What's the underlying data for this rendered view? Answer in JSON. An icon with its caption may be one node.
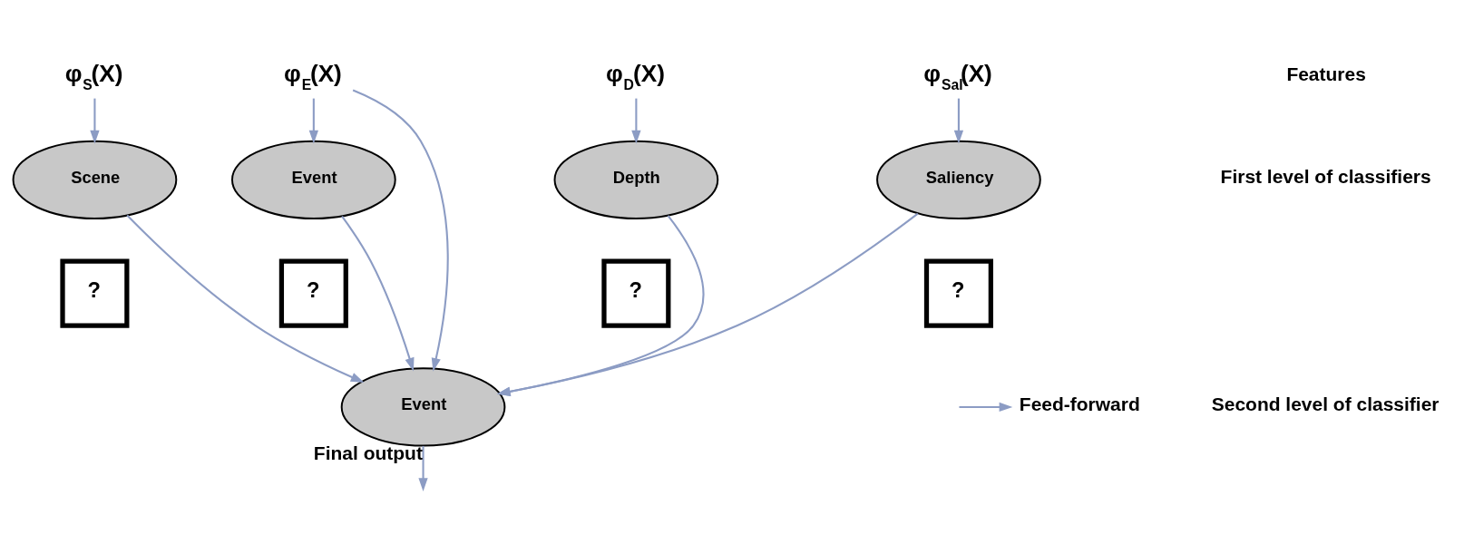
{
  "diagram": {
    "nodes": [
      {
        "text": [
          "φ$_{S}$(X)"
        ]
      },
      {
        "text": [
          "φ$_{D}$(X)"
        ]
      },
      {
        "text": [
          "φ$_{E}$(X)"
        ]
      },
      {
        "text": [
          "φ$_{Sal}$(X)"
        ]
      },
      {
        "text": [
          "Scene"
        ]
      },
      {
        "text": [
          "Depth"
        ]
      },
      {
        "text": [
          "Event"
        ]
      },
      {
        "text": [
          "Saliency"
        ]
      },
      {
        "text": [
          "?"
        ]
      },
      {
        "text": [
          "?"
        ]
      },
      {
        "text": [
          "?"
        ]
      },
      {
        "text": [
          "?"
        ]
      },
      {
        "text": [
          "Event"
        ]
      }
    ],
    "edges": [
      {
        "from": 0,
        "to": 4,
        "arrow": "to"
      },
      {
        "from": 1,
        "to": 5,
        "arrow": "to"
      },
      {
        "from": 2,
        "to": 6,
        "arrow": "to"
      },
      {
        "from": 3,
        "to": 7,
        "arrow": "to"
      },
      {
        "from": 4,
        "to": 12,
        "arrow": "to"
      },
      {
        "from": 5,
        "to": 12,
        "arrow": "to"
      },
      {
        "from": 6,
        "to": 12,
        "arrow": "to"
      },
      {
        "from": 2,
        "to": 12,
        "arrow": "to"
      },
      {
        "from": 7,
        "to": 12,
        "arrow": "to"
      },
      {
        "from": 12,
        "to": null,
        "arrow": "to",
        "label": "Final output"
      }
    ],
    "labels": [
      "Features",
      "First level of classifiers",
      "Second level of classifier"
    ],
    "legend": [
      {
        "text": "Feed-forward"
      }
    ]
  }
}
